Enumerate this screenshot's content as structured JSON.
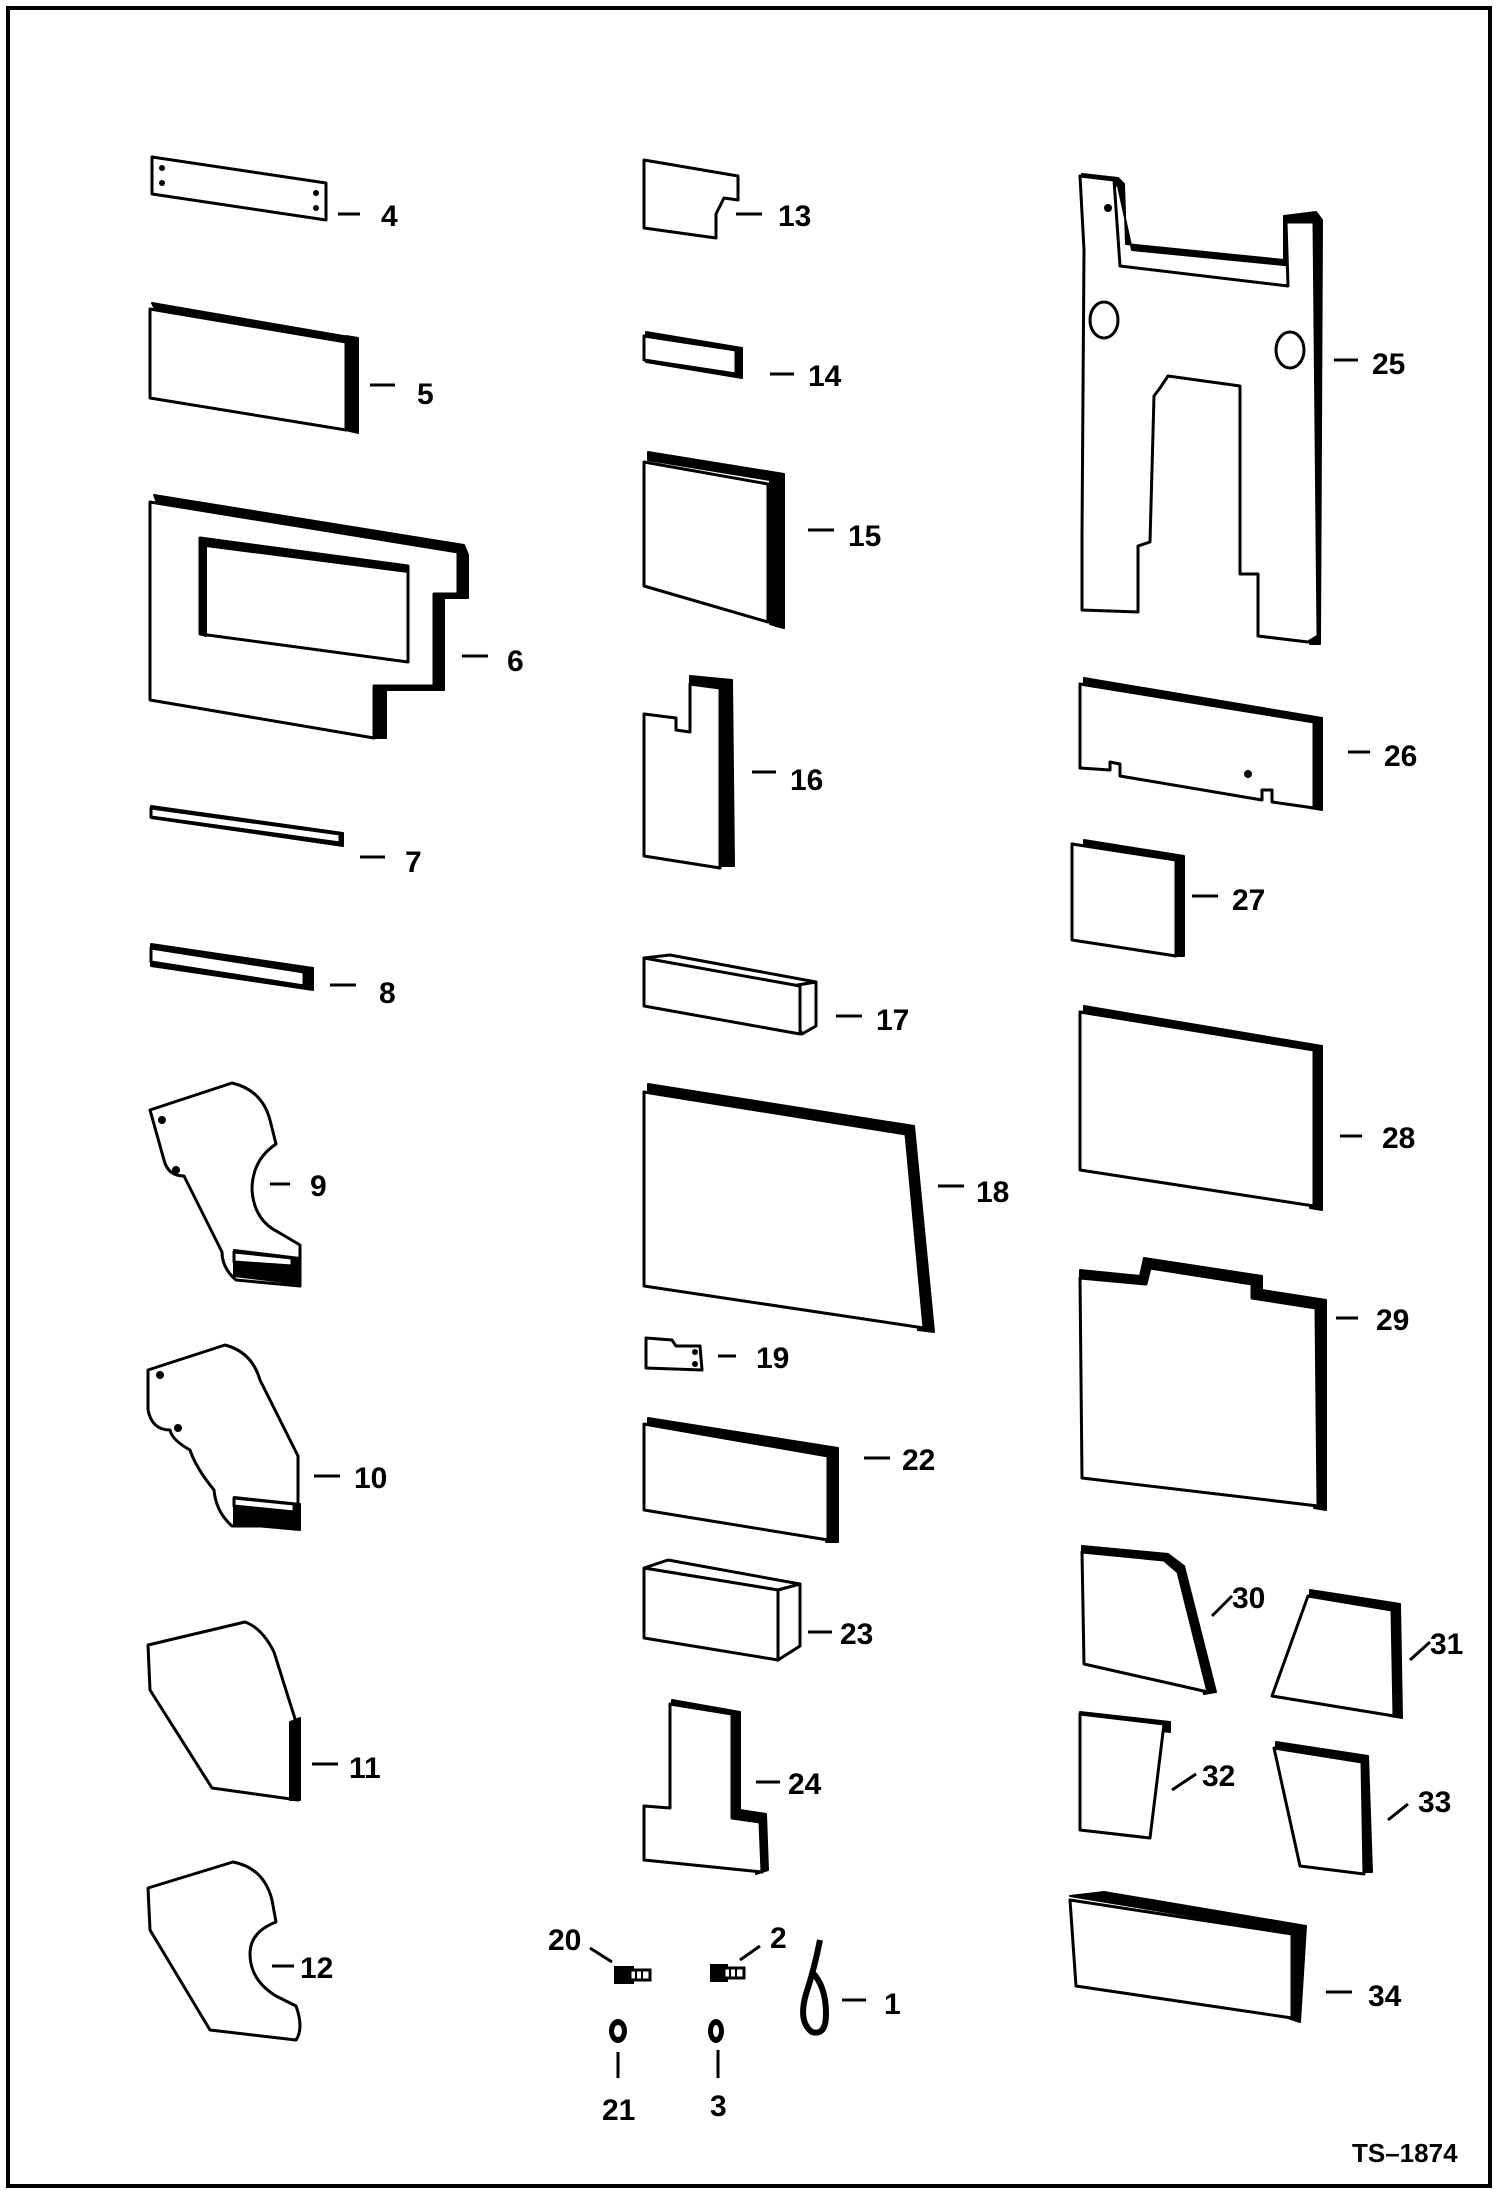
{
  "diagram": {
    "document_number": "TS–1874",
    "parts": [
      {
        "id": "part-1",
        "callout": "1",
        "icon": "cable-tie-icon"
      },
      {
        "id": "part-2",
        "callout": "2",
        "icon": "bolt-icon"
      },
      {
        "id": "part-3",
        "callout": "3",
        "icon": "nut-icon"
      },
      {
        "id": "part-4",
        "callout": "4",
        "icon": "plate-icon"
      },
      {
        "id": "part-5",
        "callout": "5",
        "icon": "foam-pad-icon"
      },
      {
        "id": "part-6",
        "callout": "6",
        "icon": "foam-panel-icon"
      },
      {
        "id": "part-7",
        "callout": "7",
        "icon": "foam-strip-icon"
      },
      {
        "id": "part-8",
        "callout": "8",
        "icon": "foam-strip-icon"
      },
      {
        "id": "part-9",
        "callout": "9",
        "icon": "foam-shape-icon"
      },
      {
        "id": "part-10",
        "callout": "10",
        "icon": "foam-shape-icon"
      },
      {
        "id": "part-11",
        "callout": "11",
        "icon": "foam-shape-icon"
      },
      {
        "id": "part-12",
        "callout": "12",
        "icon": "foam-shape-icon"
      },
      {
        "id": "part-13",
        "callout": "13",
        "icon": "foam-shape-icon"
      },
      {
        "id": "part-14",
        "callout": "14",
        "icon": "foam-pad-icon"
      },
      {
        "id": "part-15",
        "callout": "15",
        "icon": "foam-block-icon"
      },
      {
        "id": "part-16",
        "callout": "16",
        "icon": "foam-block-icon"
      },
      {
        "id": "part-17",
        "callout": "17",
        "icon": "foam-block-icon"
      },
      {
        "id": "part-18",
        "callout": "18",
        "icon": "foam-panel-icon"
      },
      {
        "id": "part-19",
        "callout": "19",
        "icon": "plate-icon"
      },
      {
        "id": "part-20",
        "callout": "20",
        "icon": "bolt-icon"
      },
      {
        "id": "part-21",
        "callout": "21",
        "icon": "nut-icon"
      },
      {
        "id": "part-22",
        "callout": "22",
        "icon": "foam-pad-icon"
      },
      {
        "id": "part-23",
        "callout": "23",
        "icon": "foam-block-icon"
      },
      {
        "id": "part-24",
        "callout": "24",
        "icon": "foam-shape-icon"
      },
      {
        "id": "part-25",
        "callout": "25",
        "icon": "foam-panel-icon"
      },
      {
        "id": "part-26",
        "callout": "26",
        "icon": "foam-pad-icon"
      },
      {
        "id": "part-27",
        "callout": "27",
        "icon": "foam-pad-icon"
      },
      {
        "id": "part-28",
        "callout": "28",
        "icon": "foam-panel-icon"
      },
      {
        "id": "part-29",
        "callout": "29",
        "icon": "foam-panel-icon"
      },
      {
        "id": "part-30",
        "callout": "30",
        "icon": "foam-shape-icon"
      },
      {
        "id": "part-31",
        "callout": "31",
        "icon": "foam-shape-icon"
      },
      {
        "id": "part-32",
        "callout": "32",
        "icon": "foam-shape-icon"
      },
      {
        "id": "part-33",
        "callout": "33",
        "icon": "foam-shape-icon"
      },
      {
        "id": "part-34",
        "callout": "34",
        "icon": "foam-block-icon"
      }
    ]
  }
}
